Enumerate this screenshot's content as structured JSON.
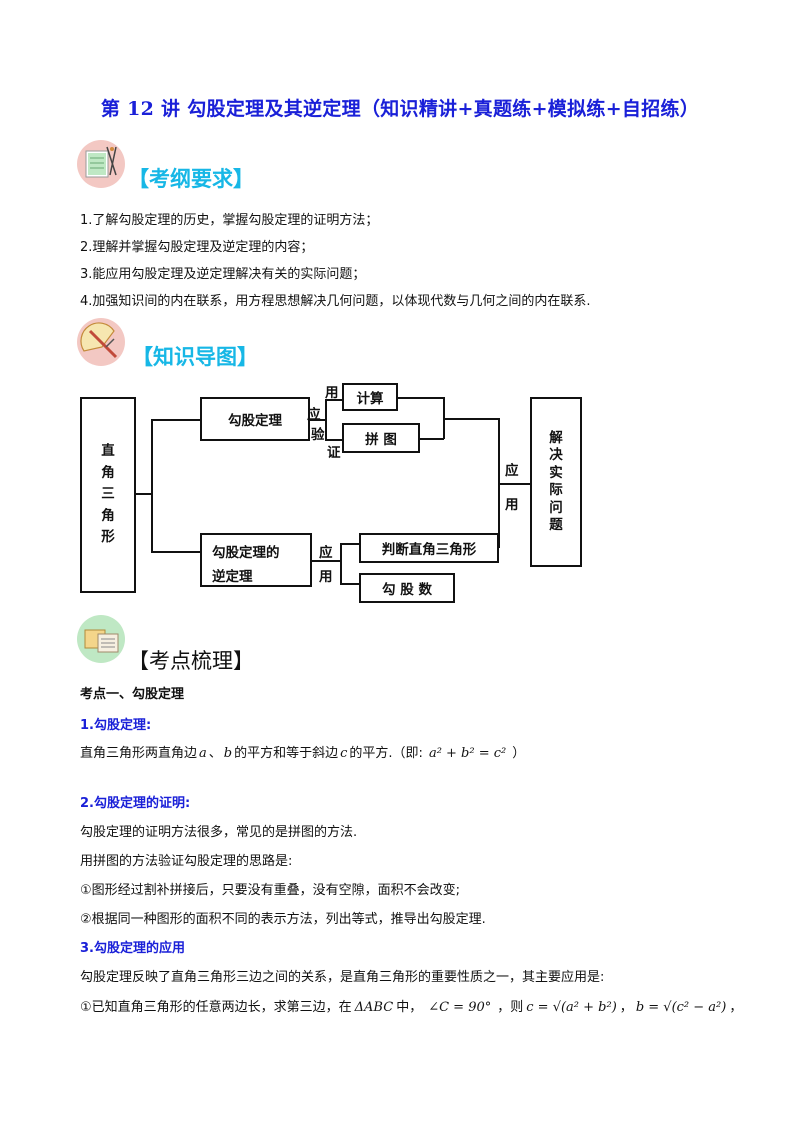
{
  "title": "第 12 讲  勾股定理及其逆定理（知识精讲+真题练+模拟练+自招练）",
  "sections": {
    "requirements": {
      "heading": "【考纲要求】",
      "items": [
        "1.了解勾股定理的历史，掌握勾股定理的证明方法；",
        "2.理解并掌握勾股定理及逆定理的内容；",
        "3.能应用勾股定理及逆定理解决有关的实际问题；",
        "4.加强知识间的内在联系，用方程思想解决几何问题，以体现代数与几何之间的内在联系."
      ]
    },
    "mindmap": {
      "heading": "【知识导图】",
      "root": [
        "直",
        "角",
        "三",
        "角",
        "形"
      ],
      "theorem": "勾股定理",
      "converse_line1": "勾股定理的",
      "converse_line2": "逆定理",
      "apply_top": "用",
      "apply_mid1": "应",
      "apply_mid2": "验",
      "apply_bottom": "证",
      "calc": "计算",
      "puzzle": "拼  图",
      "converse_apply1": "应",
      "converse_apply2": "用",
      "judge": "判断直角三角形",
      "triples": "勾  股  数",
      "right_apply1": "应",
      "right_apply2": "用",
      "solve": [
        "解",
        "决",
        "实",
        "际",
        "问",
        "题"
      ]
    },
    "points": {
      "heading": "【考点梳理】",
      "point1_title": "考点一、勾股定理",
      "sub1_title": "1.勾股定理:",
      "sub1_text_a": "直角三角形两直角边",
      "sub1_var_a": "a",
      "sub1_sep": "、",
      "sub1_var_b": "b",
      "sub1_text_b": "的平方和等于斜边",
      "sub1_var_c": "c",
      "sub1_text_c": "的平方.（即:",
      "sub1_formula": "a² + b² = c²",
      "sub1_close": "）",
      "sub2_title": "2.勾股定理的证明:",
      "sub2_lines": [
        "勾股定理的证明方法很多，常见的是拼图的方法.",
        "用拼图的方法验证勾股定理的思路是:",
        "①图形经过割补拼接后，只要没有重叠，没有空隙，面积不会改变;",
        "②根据同一种图形的面积不同的表示方法，列出等式，推导出勾股定理."
      ],
      "sub3_title": "3.勾股定理的应用",
      "sub3_line1": "勾股定理反映了直角三角形三边之间的关系，是直角三角形的重要性质之一，其主要应用是:",
      "sub3_line2_text": "①已知直角三角形的任意两边长，求第三边，在",
      "sub3_triangle": "ΔABC",
      "sub3_mid": "中，",
      "sub3_angle": "∠C = 90°",
      "sub3_then": "，则",
      "sub3_c_formula": "c = √(a² + b²)",
      "sub3_comma": "，",
      "sub3_b_formula": "b = √(c² − a²)",
      "sub3_end": "，"
    }
  },
  "colors": {
    "title_blue": "#1a20d8",
    "heading_cyan": "#17b7e6",
    "icon_circle": "#f3c8c3"
  },
  "icons": [
    "notebook-pencil-icon",
    "protractor-ruler-icon",
    "books-icon"
  ]
}
